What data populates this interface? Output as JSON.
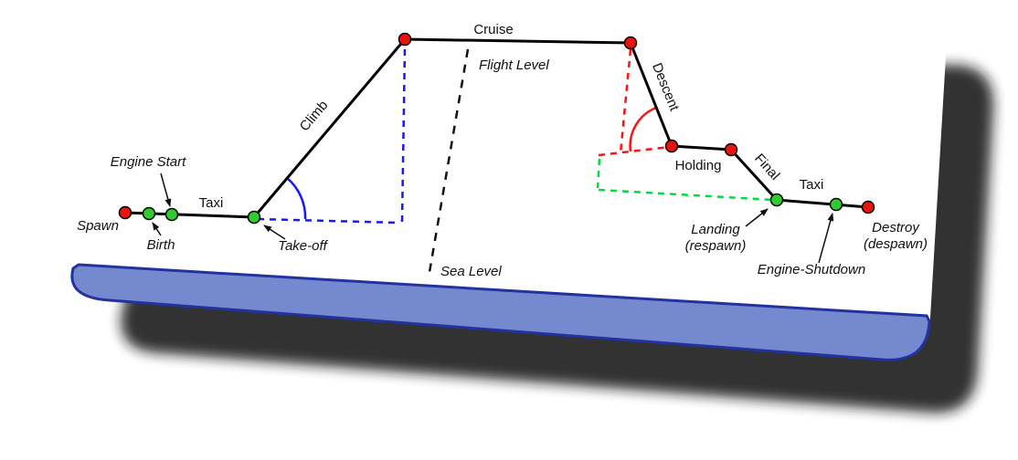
{
  "labels": {
    "spawn": "Spawn",
    "birth": "Birth",
    "engine_start": "Engine Start",
    "taxi_left": "Taxi",
    "takeoff": "Take-off",
    "climb": "Climb",
    "cruise": "Cruise",
    "flight_level": "Flight Level",
    "sea_level": "Sea Level",
    "descent": "Descent",
    "holding": "Holding",
    "final": "Final",
    "taxi_right": "Taxi",
    "landing_line1": "Landing",
    "landing_line2": "(respawn)",
    "engine_shutdown": "Engine-Shutdown",
    "destroy_line1": "Destroy",
    "destroy_line2": "(despawn)"
  },
  "colors": {
    "path_black": "#000000",
    "red_marker": "#e8150d",
    "green_marker": "#2ecc2e",
    "blue_dash": "#1a1aee",
    "red_dash": "#ff1111",
    "green_dash": "#00dd3c",
    "black_dash": "#111111",
    "card_fill": "#ffffff",
    "band_fill": "#7589ce",
    "band_border": "#2233a0",
    "shadow": "#161616"
  },
  "flight_profile": {
    "phases": [
      "Taxi",
      "Climb",
      "Cruise",
      "Descent",
      "Holding",
      "Final",
      "Taxi"
    ],
    "events": [
      {
        "name": "Spawn",
        "marker": "red"
      },
      {
        "name": "Birth",
        "marker": "green"
      },
      {
        "name": "Engine Start",
        "marker": "green"
      },
      {
        "name": "Take-off",
        "marker": "green"
      },
      {
        "name": "Landing (respawn)",
        "marker": "green"
      },
      {
        "name": "Engine-Shutdown",
        "marker": "green"
      },
      {
        "name": "Destroy (despawn)",
        "marker": "red"
      }
    ],
    "reference_lines": [
      "Flight Level",
      "Sea Level"
    ]
  }
}
